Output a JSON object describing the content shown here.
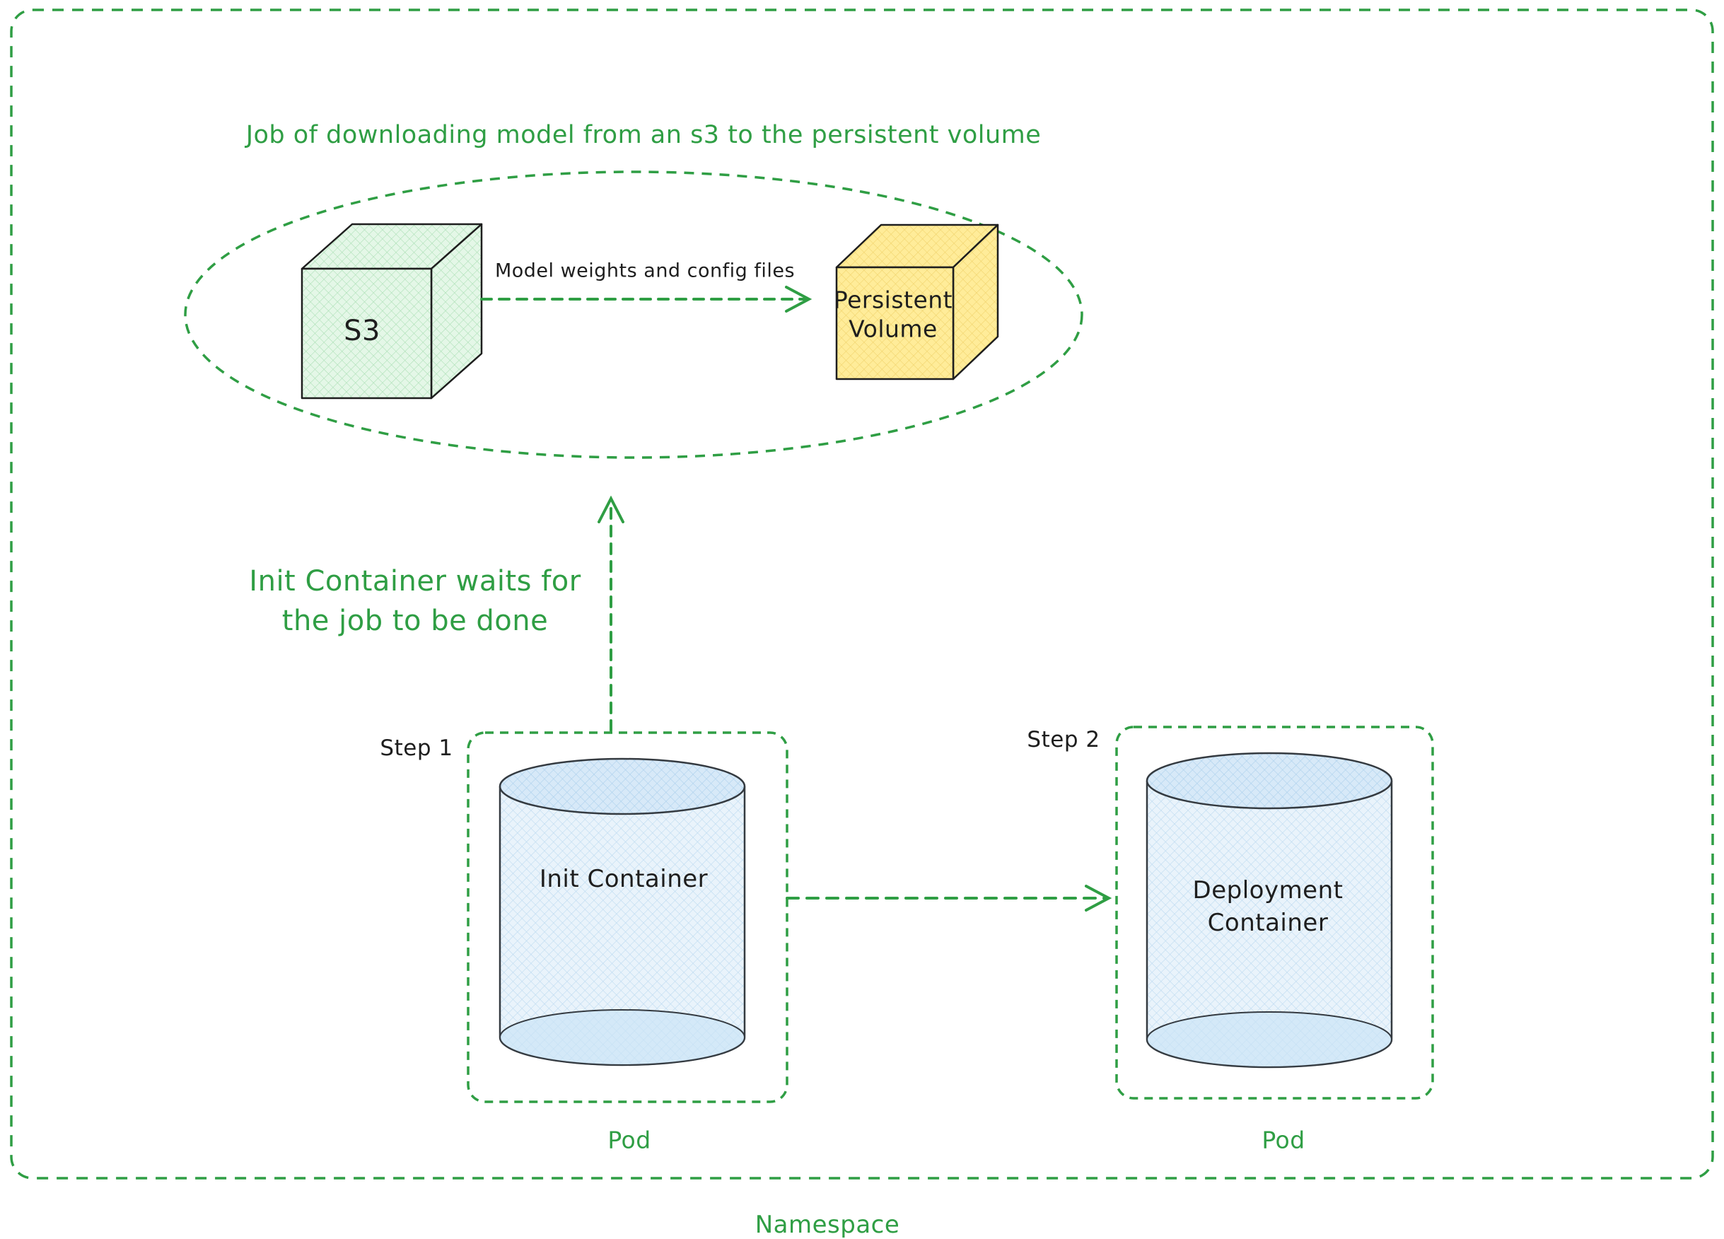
{
  "colors": {
    "accent_green": "#2f9e44",
    "ink": "#1e1e1e",
    "s3_cube_fill": "#e4f7e7",
    "persistent_volume_fill": "#ffec99",
    "container_cylinder_fill": "#e9f3fb"
  },
  "namespace": {
    "label": "Namespace"
  },
  "job_group": {
    "title": "Job of downloading model from an s3 to the persistent volume",
    "s3_cube_label": "S3",
    "transfer_arrow_label": "Model weights and config files",
    "persistent_volume_label_line1": "Persistent",
    "persistent_volume_label_line2": "Volume"
  },
  "wait_annotation": {
    "line1": "Init Container waits for",
    "line2": "the job to be done"
  },
  "step1": {
    "step_label": "Step 1",
    "container_label": "Init Container",
    "pod_label": "Pod"
  },
  "step2": {
    "step_label": "Step 2",
    "container_label_line1": "Deployment",
    "container_label_line2": "Container",
    "pod_label": "Pod"
  }
}
